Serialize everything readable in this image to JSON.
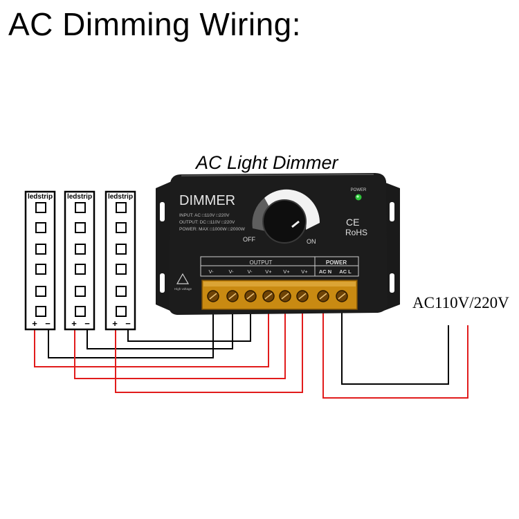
{
  "title": "AC Dimming Wiring:",
  "dimmer_caption": "AC Light Dimmer",
  "voltage_label": "AC110V/220V",
  "ledstrips": [
    {
      "label": "ledstrip",
      "plus": "+",
      "minus": "−"
    },
    {
      "label": "ledstrip",
      "plus": "+",
      "minus": "−"
    },
    {
      "label": "ledstrip",
      "plus": "+",
      "minus": "−"
    }
  ],
  "device": {
    "name": "DIMMER",
    "power_label": "POWER",
    "knob_off": "OFF",
    "knob_on": "ON",
    "ce_mark": "CE",
    "rohs": "RoHS",
    "spec_input": "INPUT: AC □110V  □220V",
    "spec_output": "OUTPUT: DC □110V □220V",
    "spec_power": "POWER: MAX □1000W □2000W",
    "warning_text": "High voltage",
    "output_group_label": "OUTPUT",
    "power_group_label": "POWER",
    "terminals": [
      "V-",
      "V-",
      "V-",
      "V+",
      "V+",
      "V+",
      "AC N",
      "AC L"
    ]
  },
  "colors": {
    "negative_wire": "#000000",
    "positive_wire": "#e11b1b",
    "device_body": "#1c1c1c",
    "terminal_cover": "#c98a12",
    "power_led": "#2ec43a"
  }
}
